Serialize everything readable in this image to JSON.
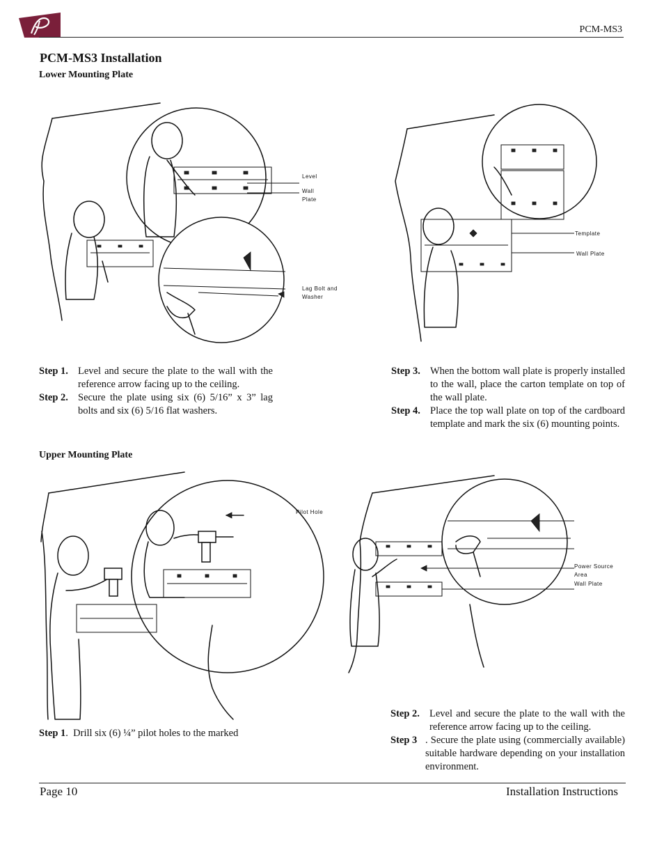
{
  "header": {
    "model_code": "PCM-MS3",
    "brand_color": "#7a1f3a"
  },
  "title": "PCM-MS3 Installation",
  "lower_section": {
    "title": "Lower Mounting Plate",
    "fig1_labels": {
      "level": "Level",
      "wall_plate": "Wall Plate",
      "lag_bolt": "Lag Bolt and Washer"
    },
    "fig2_labels": {
      "template": "Template",
      "wall_plate": "Wall Plate"
    },
    "steps_left": [
      {
        "key": "Step 1.",
        "text": "Level and secure the plate to the wall with the reference arrow facing up to the ceiling."
      },
      {
        "key": "Step 2.",
        "text": "Secure the plate using six (6) 5/16” x 3” lag bolts and six (6) 5/16 flat washers."
      }
    ],
    "steps_right": [
      {
        "key": "Step 3.",
        "text": "When the bottom wall plate is properly installed to the wall, place the carton template on top of the wall plate."
      },
      {
        "key": "Step 4.",
        "text": "Place the top wall plate on top of the cardboard template and mark the six (6) mounting points."
      }
    ]
  },
  "upper_section": {
    "title": "Upper Mounting Plate",
    "fig3_labels": {
      "pilot_hole": "Pilot Hole"
    },
    "fig4_labels": {
      "power_source": "Power Source Area",
      "wall_plate": "Wall Plate"
    },
    "steps_left": [
      {
        "key": "Step 1",
        "text": ".  Drill six (6) ¼” pilot holes to the marked"
      }
    ],
    "steps_right": [
      {
        "key": "Step 2.",
        "text": "Level and secure the plate to the wall with the reference arrow facing up to the ceiling."
      },
      {
        "key": "Step 3",
        "text": ". Secure the plate using (commercially available) suitable hardware depending on your installation environment."
      }
    ]
  },
  "footer": {
    "page": "Page 10",
    "doc_type": "Installation Instructions"
  }
}
